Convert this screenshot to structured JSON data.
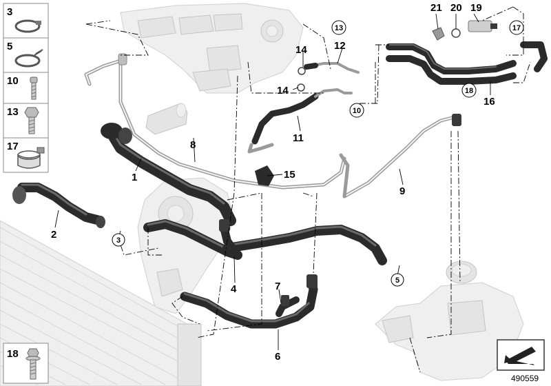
{
  "diagram": {
    "reference_number": "490559",
    "legend": [
      {
        "id": "3",
        "icon": "hose-clamp-icon"
      },
      {
        "id": "5",
        "icon": "spring-clamp-icon"
      },
      {
        "id": "10",
        "icon": "bolt-icon"
      },
      {
        "id": "13",
        "icon": "hex-bolt-icon"
      },
      {
        "id": "17",
        "icon": "band-clamp-icon"
      },
      {
        "id": "18",
        "icon": "collar-screw-icon"
      }
    ],
    "callouts": [
      {
        "id": "1",
        "circled": false
      },
      {
        "id": "2",
        "circled": false
      },
      {
        "id": "3",
        "circled": true
      },
      {
        "id": "4",
        "circled": false
      },
      {
        "id": "5",
        "circled": true
      },
      {
        "id": "6",
        "circled": false
      },
      {
        "id": "7",
        "circled": false
      },
      {
        "id": "8",
        "circled": false
      },
      {
        "id": "9",
        "circled": false
      },
      {
        "id": "10",
        "circled": true
      },
      {
        "id": "11",
        "circled": false
      },
      {
        "id": "12",
        "circled": false
      },
      {
        "id": "13",
        "circled": true
      },
      {
        "id": "14",
        "circled": false
      },
      {
        "id": "14",
        "circled": false
      },
      {
        "id": "15",
        "circled": false
      },
      {
        "id": "16",
        "circled": false
      },
      {
        "id": "17",
        "circled": true
      },
      {
        "id": "18",
        "circled": true
      },
      {
        "id": "19",
        "circled": false
      },
      {
        "id": "20",
        "circled": false
      },
      {
        "id": "21",
        "circled": false
      }
    ],
    "colors": {
      "hose": "#2b2b2b",
      "ghost_part": "#efefef",
      "pipe": "#9a9a9a",
      "line": "#000000"
    }
  }
}
